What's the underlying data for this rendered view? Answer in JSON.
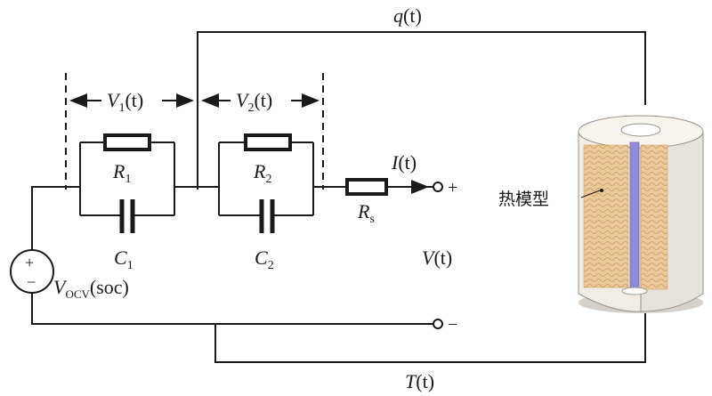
{
  "labels": {
    "q": "q",
    "q_arg": "(t)",
    "V1_sym": "V",
    "V1_sub": "1",
    "V1_arg": "(t)",
    "V2_sym": "V",
    "V2_sub": "2",
    "V2_arg": "(t)",
    "R1_sym": "R",
    "R1_sub": "1",
    "R2_sym": "R",
    "R2_sub": "2",
    "C1_sym": "C",
    "C1_sub": "1",
    "C2_sym": "C",
    "C2_sub": "2",
    "Rs_sym": "R",
    "Rs_sub": "s",
    "I_sym": "I",
    "I_arg": "(t)",
    "V_sym": "V",
    "V_arg": "(t)",
    "Vocv_sym": "V",
    "Vocv_sub": "OCV",
    "Vocv_arg": "(soc)",
    "T_sym": "T",
    "T_arg": "(t)",
    "plus": "+",
    "minus": "−",
    "src_plus": "+",
    "src_minus": "−",
    "thermal": "热模型"
  },
  "colors": {
    "wire": "#1a1a1a",
    "cell_body": "#f2ede4",
    "cell_core": "#e9c48f",
    "cell_rod": "#8f8bd6",
    "cell_shadow": "#b9b2a6"
  }
}
